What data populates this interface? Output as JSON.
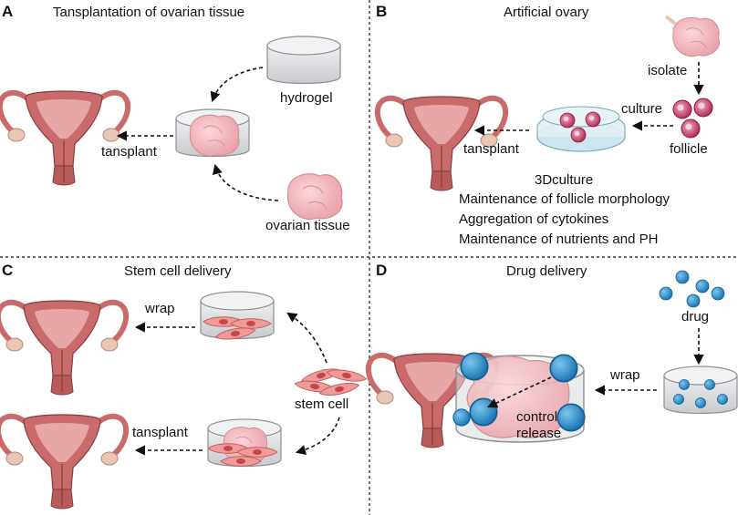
{
  "panels": {
    "a": {
      "letter": "A",
      "title": "Tansplantation of ovarian tissue",
      "hydrogel": "hydrogel",
      "tissue": "ovarian tissue",
      "action": "tansplant"
    },
    "b": {
      "letter": "B",
      "title": "Artificial ovary",
      "isolate": "isolate",
      "culture": "culture",
      "follicle": "follicle",
      "action": "tansplant",
      "culture3d": "3Dculture",
      "benefits": [
        "Maintenance of follicle morphology",
        "Aggregation of cytokines",
        "Maintenance of nutrients and PH"
      ]
    },
    "c": {
      "letter": "C",
      "title": "Stem cell delivery",
      "wrap": "wrap",
      "action": "tansplant",
      "cells": "stem cell"
    },
    "d": {
      "letter": "D",
      "title": "Drug delivery",
      "drug": "drug",
      "wrap": "wrap",
      "release_line1": "control",
      "release_line2": "release"
    }
  },
  "colors": {
    "uterus": "#c96b6b",
    "uterus_dark": "#8a3b3b",
    "tissue": "#f2b8bd",
    "follicle": "#c2335e",
    "drug": "#2b8fd1",
    "stem_cell": "#e58080",
    "hydrogel": "#d9dadc"
  }
}
